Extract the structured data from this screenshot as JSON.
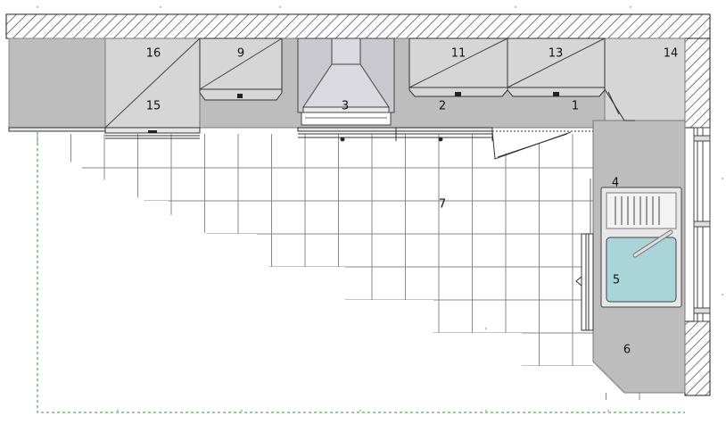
{
  "diagram": {
    "type": "kitchen-floor-plan",
    "colors": {
      "counter": "#bdbdbd",
      "cabinet": "#d6d6d6",
      "wall_hatch": "#555555",
      "grid_line": "#8a8a8a",
      "sink_water": "#a9d4d8",
      "outline_dashed": "#2a9a2a",
      "appliance_line": "#333333"
    },
    "labels": {
      "cabinet_1": "1",
      "cabinet_2": "2",
      "range_hood": "3",
      "sink_counter": "4",
      "sink": "5",
      "corner_counter": "6",
      "floor": "7",
      "wall_cabinet_9": "9",
      "wall_cabinet_11": "11",
      "wall_cabinet_13": "13",
      "corner_cabinet_14": "14",
      "cabinet_15": "15",
      "wall_cabinet_16": "16"
    }
  }
}
